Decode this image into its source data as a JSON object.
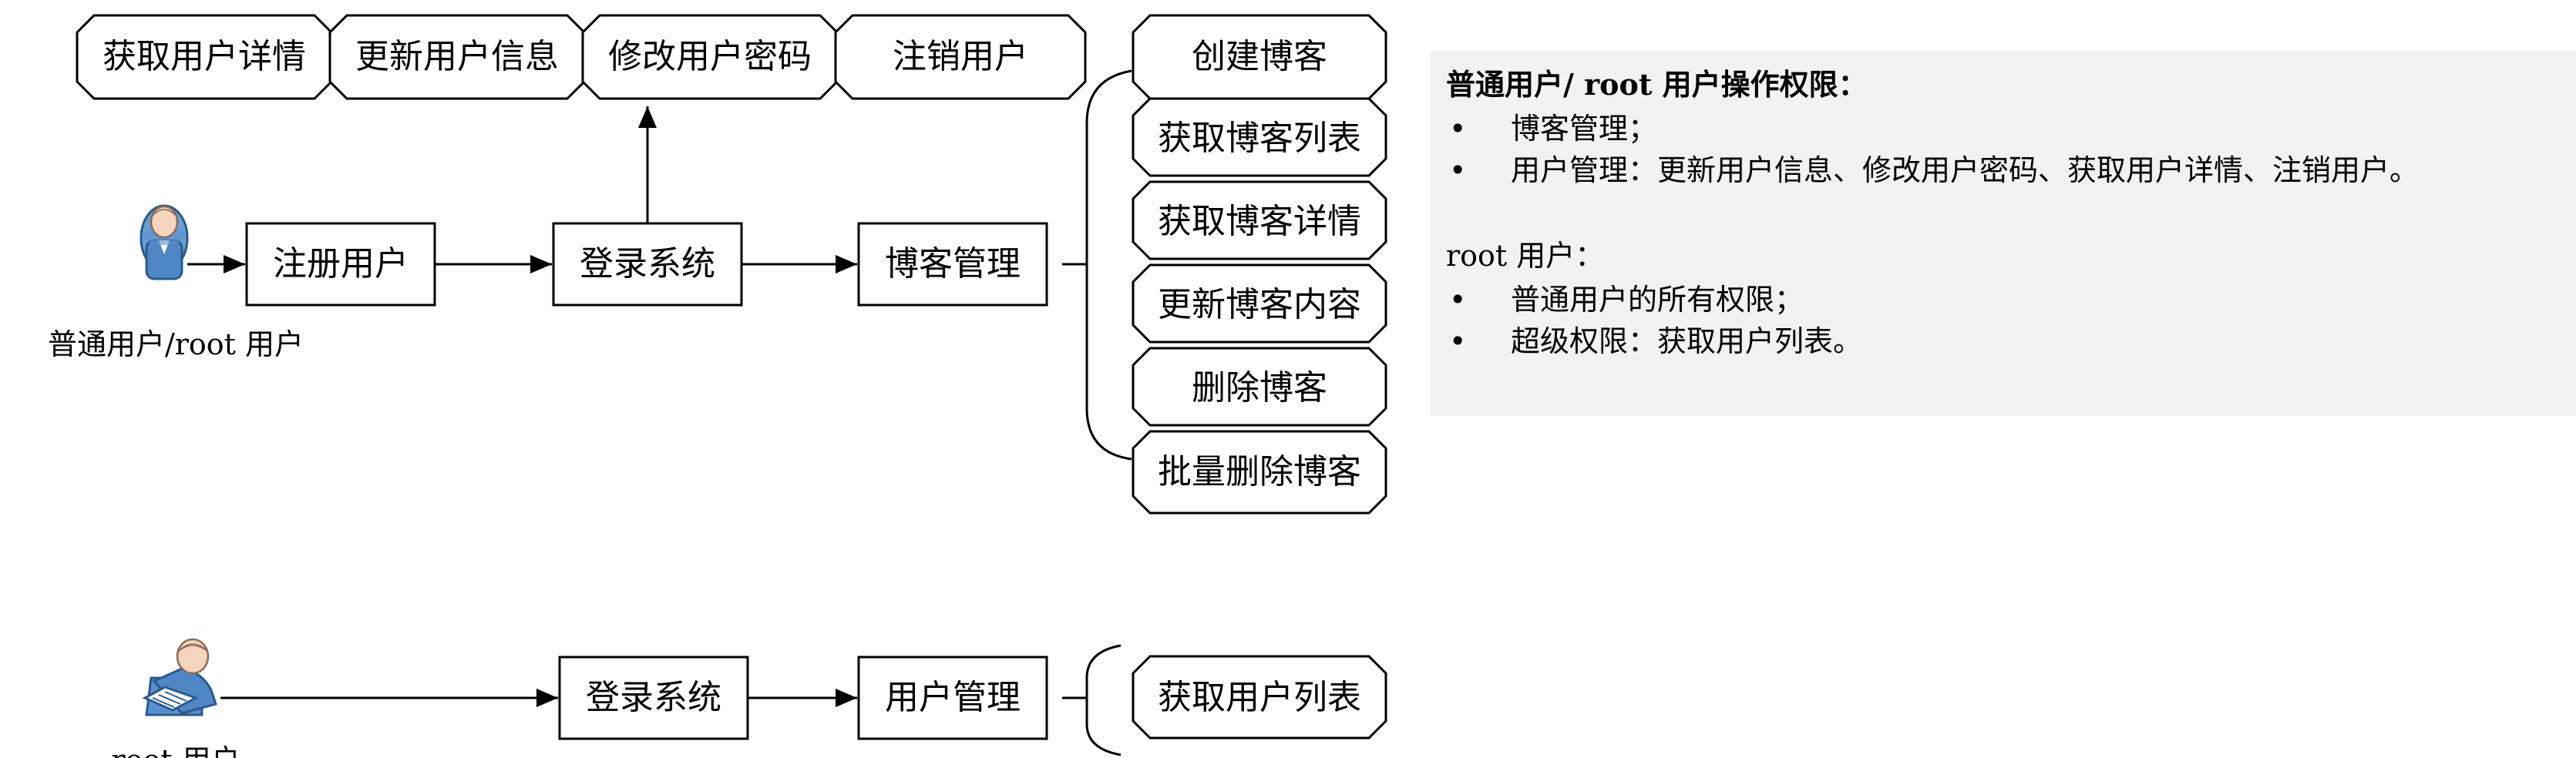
{
  "actors": {
    "normal": "普通用户/root 用户",
    "admin": "root 用户"
  },
  "flow_top": {
    "register": "注册用户",
    "login": "登录系统",
    "blog_manage": "博客管理",
    "user_ops": [
      "获取用户详情",
      "更新用户信息",
      "修改用户密码",
      "注销用户"
    ],
    "blog_ops": [
      "创建博客",
      "获取博客列表",
      "获取博客详情",
      "更新博客内容",
      "删除博客",
      "批量删除博客"
    ]
  },
  "flow_bottom": {
    "login": "登录系统",
    "user_manage": "用户管理",
    "user_ops": [
      "获取用户列表"
    ]
  },
  "note": {
    "title": "普通用户/ root 用户操作权限：",
    "items1": [
      "博客管理；",
      "用户管理：更新用户信息、修改用户密码、获取用户详情、注销用户。"
    ],
    "title2": "root 用户：",
    "items2": [
      "普通用户的所有权限；",
      "超级权限：获取用户列表。"
    ],
    "bullet": "•"
  }
}
